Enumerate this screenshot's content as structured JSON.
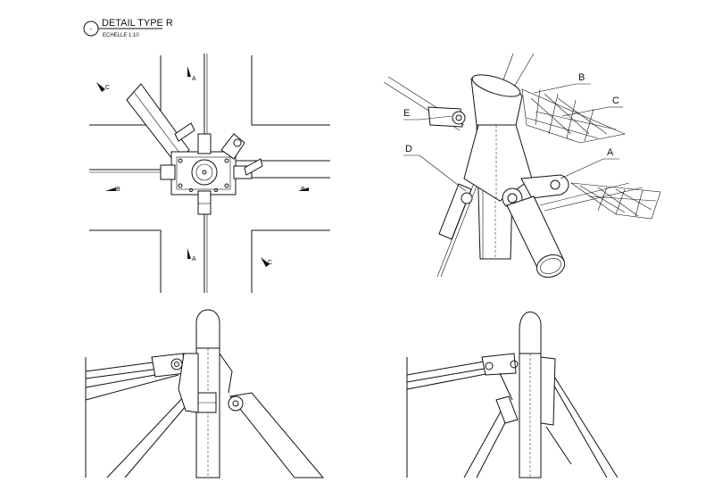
{
  "header": {
    "symbol": "-",
    "title": "DETAIL TYPE R",
    "scale": "ECHELLE 1:10"
  },
  "plan_view": {
    "section_marks": [
      "A",
      "A",
      "B",
      "B",
      "C",
      "C"
    ]
  },
  "axonometric": {
    "callouts": [
      "A",
      "B",
      "C",
      "D",
      "E"
    ]
  }
}
